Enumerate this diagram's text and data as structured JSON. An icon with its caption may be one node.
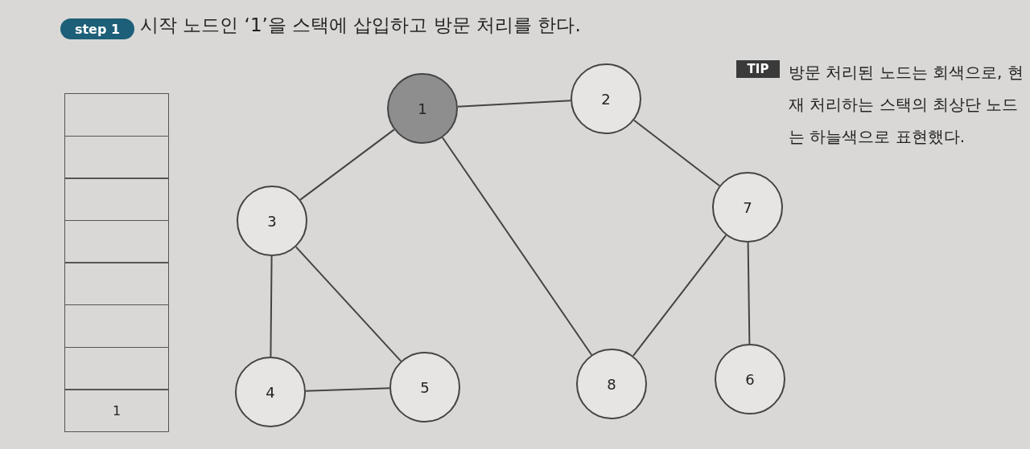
{
  "diagram": {
    "title": "시작 노드인 ‘1’을 스택에 삽입하고 방문 처리를 한다.",
    "nodes": [
      {
        "text": [
          "1"
        ]
      },
      {
        "text": [
          "2"
        ]
      },
      {
        "text": [
          "3"
        ]
      },
      {
        "text": [
          "7"
        ]
      },
      {
        "text": [
          "4"
        ]
      },
      {
        "text": [
          "5"
        ]
      },
      {
        "text": [
          "8"
        ]
      },
      {
        "text": [
          "6"
        ]
      }
    ],
    "edges": [
      {
        "from": 0,
        "to": 1,
        "arrow": "none"
      },
      {
        "from": 0,
        "to": 2,
        "arrow": "none"
      },
      {
        "from": 0,
        "to": 6,
        "arrow": "none"
      },
      {
        "from": 1,
        "to": 3,
        "arrow": "none"
      },
      {
        "from": 2,
        "to": 4,
        "arrow": "none"
      },
      {
        "from": 2,
        "to": 5,
        "arrow": "none"
      },
      {
        "from": 4,
        "to": 5,
        "arrow": "none"
      },
      {
        "from": 3,
        "to": 6,
        "arrow": "none"
      },
      {
        "from": 3,
        "to": 7,
        "arrow": "none"
      }
    ],
    "labels": [
      "step 1",
      "TIP",
      "방문 처리된 노드는 회색으로, 현재 처리하는 스택의 최상단 노드는 하늘색으로 표현했다.",
      "1"
    ]
  }
}
